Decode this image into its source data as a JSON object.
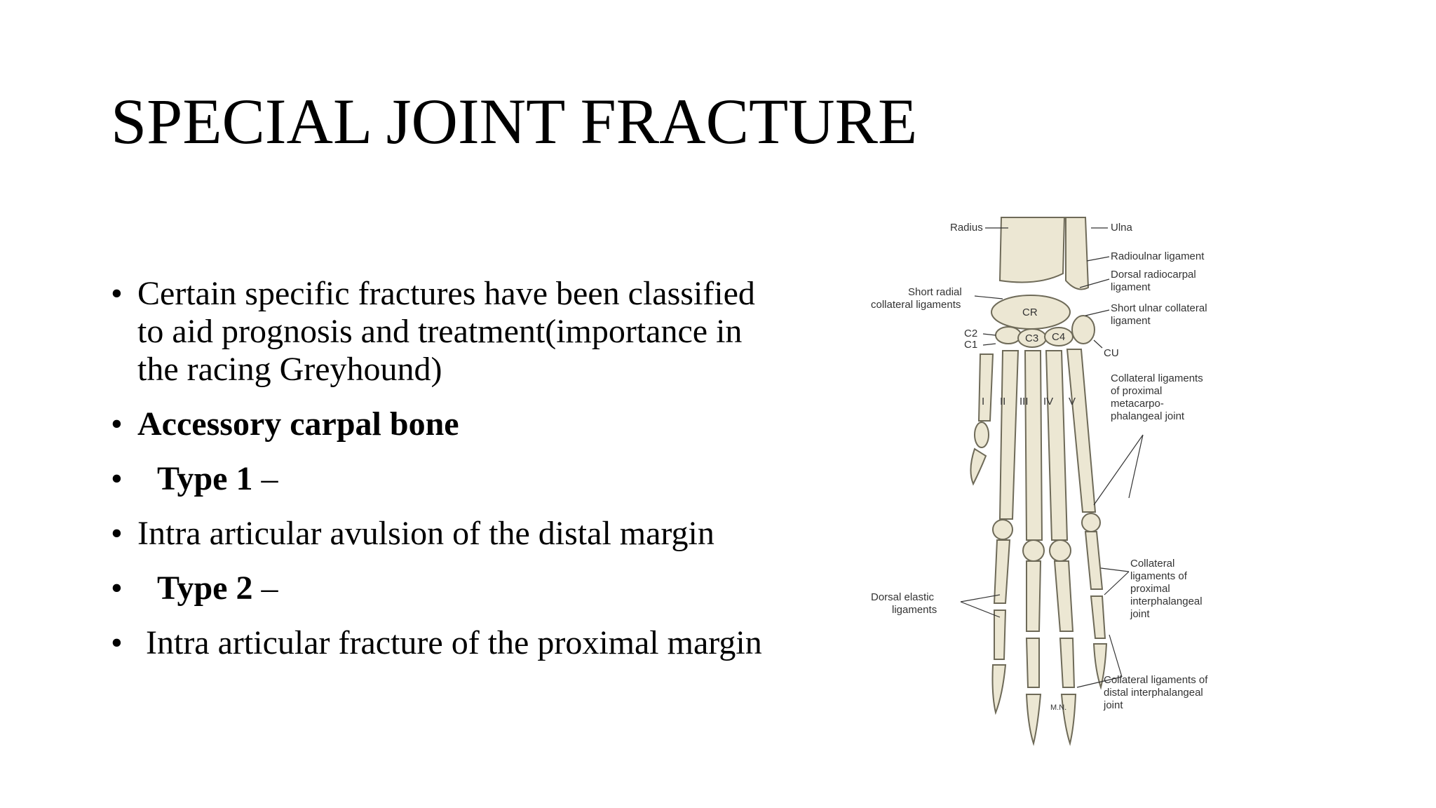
{
  "slide": {
    "title": "SPECIAL JOINT FRACTURE",
    "bullet_symbol": "•",
    "bullets": [
      {
        "text": "Certain specific fractures have been classified to aid prognosis and treatment(importance in the racing Greyhound)"
      },
      {
        "text": "Accessory carpal bone"
      },
      {
        "strong": "Type 1",
        "rest": " –"
      },
      {
        "text": "Intra articular avulsion of the distal margin"
      },
      {
        "strong": "Type 2",
        "rest": " –"
      },
      {
        "text": " Intra articular fracture of the proximal margin"
      }
    ]
  },
  "figure": {
    "labels": {
      "radius": "Radius",
      "ulna": "Ulna",
      "radioulnar": "Radioulnar ligament",
      "dorsal_radiocarpal_1": "Dorsal radiocarpal",
      "dorsal_radiocarpal_2": "ligament",
      "short_radial_1": "Short radial",
      "short_radial_2": "collateral ligaments",
      "short_ulnar_1": "Short ulnar collateral",
      "short_ulnar_2": "ligament",
      "cr": "CR",
      "c2": "C2",
      "c1": "C1",
      "c3": "C3",
      "c4": "C4",
      "cu": "CU",
      "m1": "I",
      "m2": "II",
      "m3": "III",
      "m4": "IV",
      "m5": "V",
      "coll_mcp_1": "Collateral ligaments",
      "coll_mcp_2": "of proximal",
      "coll_mcp_3": "metacarpo-",
      "coll_mcp_4": "phalangeal joint",
      "coll_pip_1": "Collateral",
      "coll_pip_2": "ligaments of",
      "coll_pip_3": "proximal",
      "coll_pip_4": "interphalangeal",
      "coll_pip_5": "joint",
      "dorsal_elastic_1": "Dorsal elastic",
      "dorsal_elastic_2": "ligaments",
      "coll_dip_1": "Collateral ligaments of",
      "coll_dip_2": "distal interphalangeal",
      "coll_dip_3": "joint",
      "signature": "M.N."
    },
    "colors": {
      "bone": "#ece7d3",
      "outline": "#6e6a58",
      "label": "#333333"
    }
  }
}
